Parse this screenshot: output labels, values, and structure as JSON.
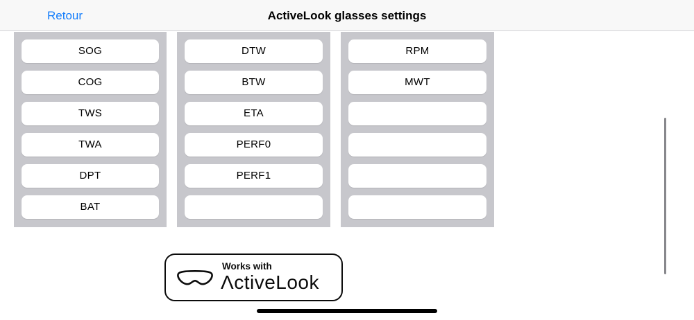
{
  "nav": {
    "back_label": "Retour",
    "title": "ActiveLook glasses settings"
  },
  "grid": {
    "columns": [
      {
        "name": "column-1",
        "slots": [
          "SOG",
          "COG",
          "TWS",
          "TWA",
          "DPT",
          "BAT"
        ]
      },
      {
        "name": "column-2",
        "slots": [
          "DTW",
          "BTW",
          "ETA",
          "PERF0",
          "PERF1",
          ""
        ]
      },
      {
        "name": "column-3",
        "slots": [
          "RPM",
          "MWT",
          "",
          "",
          "",
          ""
        ]
      }
    ]
  },
  "badge": {
    "tagline": "Works with",
    "brand": "ActiveLook",
    "icon": "activelook-glasses-icon"
  },
  "colors": {
    "accent_blue": "#157efb",
    "column_gray": "#c7c7cc",
    "navbar_bg": "#f8f8f8",
    "badge_border": "#0b0b0b",
    "slot_bg": "#ffffff"
  }
}
